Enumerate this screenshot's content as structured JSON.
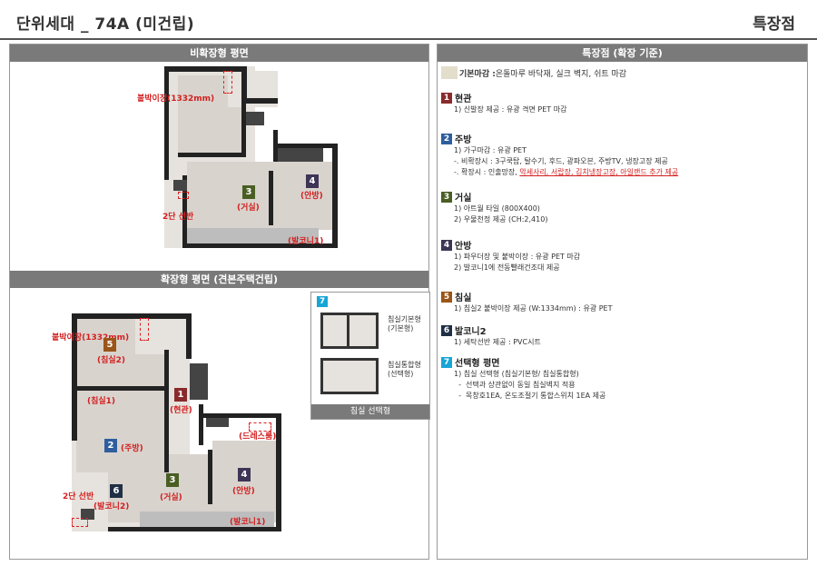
{
  "header": {
    "title": "단위세대 _ 74A (미건립)",
    "right": "특장점"
  },
  "left": {
    "bar1": "비확장형 평면",
    "bar2": "확장형 평면 (견본주택건립)",
    "plan1": {
      "closet": "붙박이장(1332mm)",
      "shelf": "2단 선반",
      "living_num": "3",
      "living": "(거실)",
      "master_num": "4",
      "master": "(안방)",
      "balcony": "(발코니1)"
    },
    "plan2": {
      "closet": "붙박이장(1332mm)",
      "bed2_num": "5",
      "bed2": "(침실2)",
      "bed1": "(침실1)",
      "entrance_num": "1",
      "entrance": "(현관)",
      "dress": "(드레스룸)",
      "kitchen_num": "2",
      "kitchen": "(주방)",
      "living_num": "3",
      "living": "(거실)",
      "master_num": "4",
      "master": "(안방)",
      "shelf": "2단 선반",
      "balcony2_num": "6",
      "balcony2": "(발코니2)",
      "balcony": "(발코니1)"
    },
    "option": {
      "num": "7",
      "basic": "침실기본형\n(기본형)",
      "combined": "침실통합형\n(선택형)",
      "bar": "침실 선택형"
    }
  },
  "right": {
    "bar": "특장점 (확장 기준)",
    "basic_finish_label": "기본마감 :",
    "basic_finish_text": " 온돌마루 바닥재, 실크 벽지, 쉬트 마감",
    "sections": [
      {
        "num": "1",
        "title": "현관",
        "items": [
          "1) 신발장 제공 : 유광 격면 PET 마감"
        ]
      },
      {
        "num": "2",
        "title": "주방",
        "items": [
          "1) 가구마감 : 유광 PET",
          "-. 비확장시 : 3구쿡탑, 탈수기, 후드, 광파오븐, 주방TV, 냉장고장 제공"
        ]
      },
      {
        "num": "3",
        "title": "거실",
        "items": [
          "1) 아트월 타일 (800X400)",
          "2) 우물천정 제공 (CH:2,410)"
        ]
      },
      {
        "num": "4",
        "title": "안방",
        "items": [
          "1) 파우더장 및 붙박이장 : 유광 PET 마감",
          "2) 발코니1에 전동빨래건조대 제공"
        ]
      },
      {
        "num": "5",
        "title": "침실",
        "items": [
          "1) 침실2 붙박이장 제공 (W:1334mm) : 유광 PET"
        ]
      },
      {
        "num": "6",
        "title": "발코니2",
        "items": [
          "1) 세탁선반 제공 : PVC시트"
        ]
      },
      {
        "num": "7",
        "title": "선택형 평면",
        "items": [
          "1) 침실 선택형 (침실기본형/ 침실통합형)",
          "  -  선택과 상관없이 동일 침실벽지 적용",
          "  -  목창호1EA, 온도조절기 통합스위치 1EA 제공"
        ]
      }
    ],
    "kitchen_extend_prefix": "-. 확장시 : 인출망장, ",
    "kitchen_extend_red": "악세사리, 서랍장, 김치냉장고장, 아일랜드 추가 제공"
  },
  "colors": {
    "bar": "#7a7a7a",
    "accent_red": "#d21f1f"
  }
}
